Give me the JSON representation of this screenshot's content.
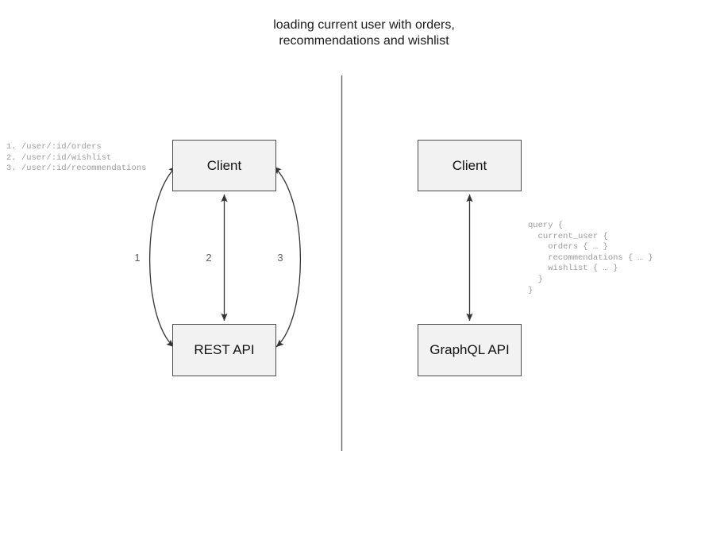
{
  "title": "loading current user with orders,\nrecommendations and wishlist",
  "divider": {
    "name": "vertical-divider",
    "color": "#666666"
  },
  "left_panel": {
    "endpoints_label": "1. /user/:id/orders\n2. /user/:id/wishlist\n3. /user/:id/recommendations",
    "endpoints": [
      {
        "number": "1.",
        "path": "/user/:id/orders"
      },
      {
        "number": "2.",
        "path": "/user/:id/wishlist"
      },
      {
        "number": "3.",
        "path": "/user/:id/recommendations"
      }
    ],
    "nodes": [
      {
        "id": "client-rest",
        "label": "Client"
      },
      {
        "id": "rest-api",
        "label": "REST API"
      }
    ],
    "edges": [
      {
        "id": "edge-1",
        "label": "1",
        "style": "curved-left",
        "direction": "bidirectional"
      },
      {
        "id": "edge-2",
        "label": "2",
        "style": "straight",
        "direction": "bidirectional"
      },
      {
        "id": "edge-3",
        "label": "3",
        "style": "curved-right",
        "direction": "bidirectional"
      }
    ]
  },
  "right_panel": {
    "nodes": [
      {
        "id": "client-graphql",
        "label": "Client"
      },
      {
        "id": "graphql-api",
        "label": "GraphQL API"
      }
    ],
    "edges": [
      {
        "id": "edge-graphql",
        "label": "",
        "style": "straight",
        "direction": "bidirectional"
      }
    ],
    "query": "query {\n  current_user {\n    orders { … }\n    recommendations { … }\n    wishlist { … }\n  }\n}"
  },
  "colors": {
    "box_fill": "#f2f2f2",
    "box_border": "#4d4d4d",
    "arrow": "#333333",
    "code_text": "#9a9a9a",
    "label_text": "#606060",
    "title_text": "#1a1a1a"
  }
}
